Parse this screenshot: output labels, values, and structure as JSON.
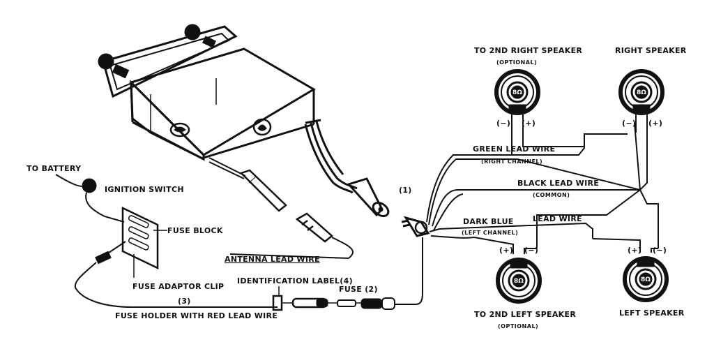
{
  "labels": {
    "to_battery": "TO BATTERY",
    "ignition_switch": "IGNITION SWITCH",
    "fuse_block": "FUSE BLOCK",
    "fuse_adaptor_clip": "FUSE ADAPTOR CLIP",
    "fuse_holder": "FUSE HOLDER WITH RED LEAD WIRE",
    "callout_3": "(3)",
    "identification_label": "IDENTIFICATION LABEL(4)",
    "fuse": "FUSE (2)",
    "antenna_lead_wire": "ANTENNA LEAD WIRE",
    "callout_1": "(1)",
    "green_lead_wire": "GREEN   LEAD WIRE",
    "right_channel": "(RIGHT CHANNEL)",
    "black_lead_wire": "BLACK LEAD WIRE",
    "common": "(COMMON)",
    "dark_blue": "DARK BLUE",
    "dark_blue_lead_wire": "LEAD WIRE",
    "left_channel": "(LEFT CHANNEL)"
  },
  "speakers": {
    "second_right": {
      "title": "TO 2ND RIGHT SPEAKER",
      "note": "(OPTIONAL)",
      "neg": "(−)",
      "pos": "(+)",
      "ohm": "8Ω"
    },
    "right": {
      "title": "RIGHT SPEAKER",
      "neg": "(−)",
      "pos": "(+)",
      "ohm": "8Ω"
    },
    "second_left": {
      "title": "TO 2ND LEFT SPEAKER",
      "note": "(OPTIONAL)",
      "neg": "(−)",
      "pos": "(+)",
      "ohm": "8Ω"
    },
    "left": {
      "title": "LEFT SPEAKER",
      "neg": "(−)",
      "pos": "(+)",
      "ohm": "8Ω"
    }
  }
}
